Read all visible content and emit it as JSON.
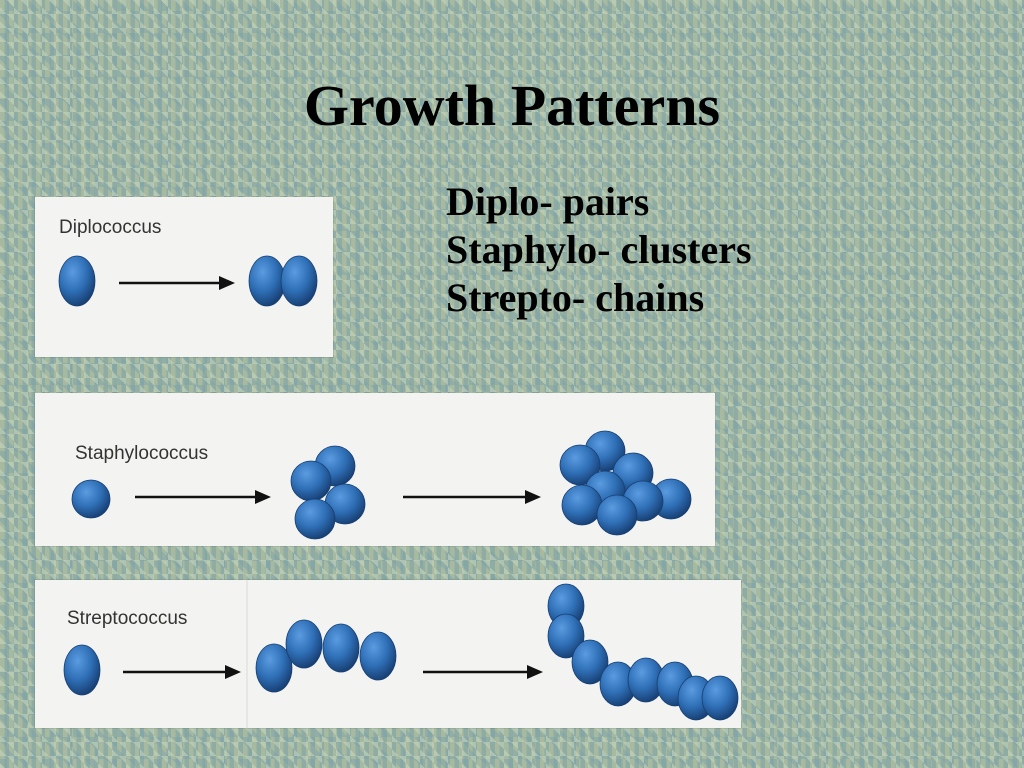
{
  "slide": {
    "title": "Growth Patterns",
    "bullets": [
      "Diplo- pairs",
      "Staphylo- clusters",
      "Strepto- chains"
    ]
  },
  "panels": [
    {
      "label": "Diplococcus"
    },
    {
      "label": "Staphylococcus"
    },
    {
      "label": "Streptococcus"
    }
  ],
  "colors": {
    "cell": "#2f6fb6",
    "cell_dark": "#173f73",
    "arrow": "#111111",
    "panel_bg": "#f3f3f1",
    "text": "#000000"
  }
}
